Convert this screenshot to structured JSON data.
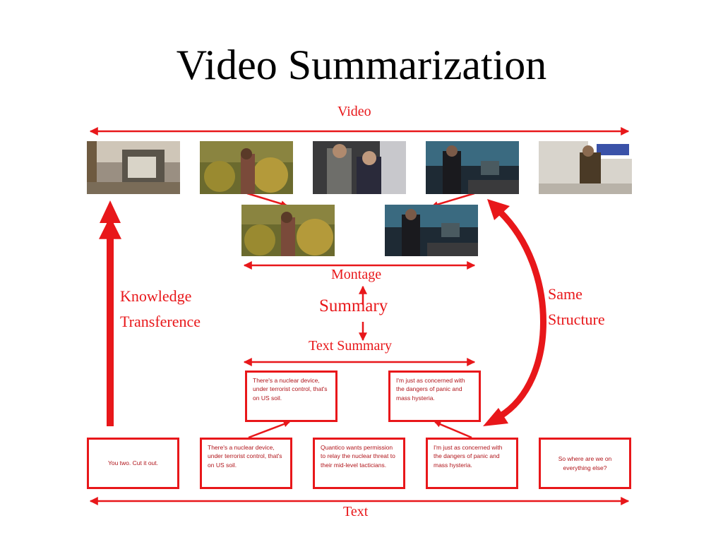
{
  "title": "Video Summarization",
  "labels": {
    "video": "Video",
    "montage": "Montage",
    "summary": "Summary",
    "text_summary": "Text Summary",
    "text": "Text",
    "knowledge": "Knowledge",
    "transference": "Transference",
    "same": "Same",
    "structure": "Structure"
  },
  "summary_texts": [
    "There's a nuclear device, under terrorist control, that's on US soil.",
    "I'm just as concerned with the dangers of panic and mass hysteria."
  ],
  "text_boxes": [
    "You two. Cut it out.",
    "There's a nuclear device, under terrorist control, that's on US soil.",
    "Quantico wants permission to relay the nuclear threat to their mid-level tacticians.",
    "I'm just as concerned with the dangers of panic and mass hysteria.",
    "So where are we on everything else?"
  ],
  "colors": {
    "accent": "#e8171a",
    "title": "#000000"
  }
}
